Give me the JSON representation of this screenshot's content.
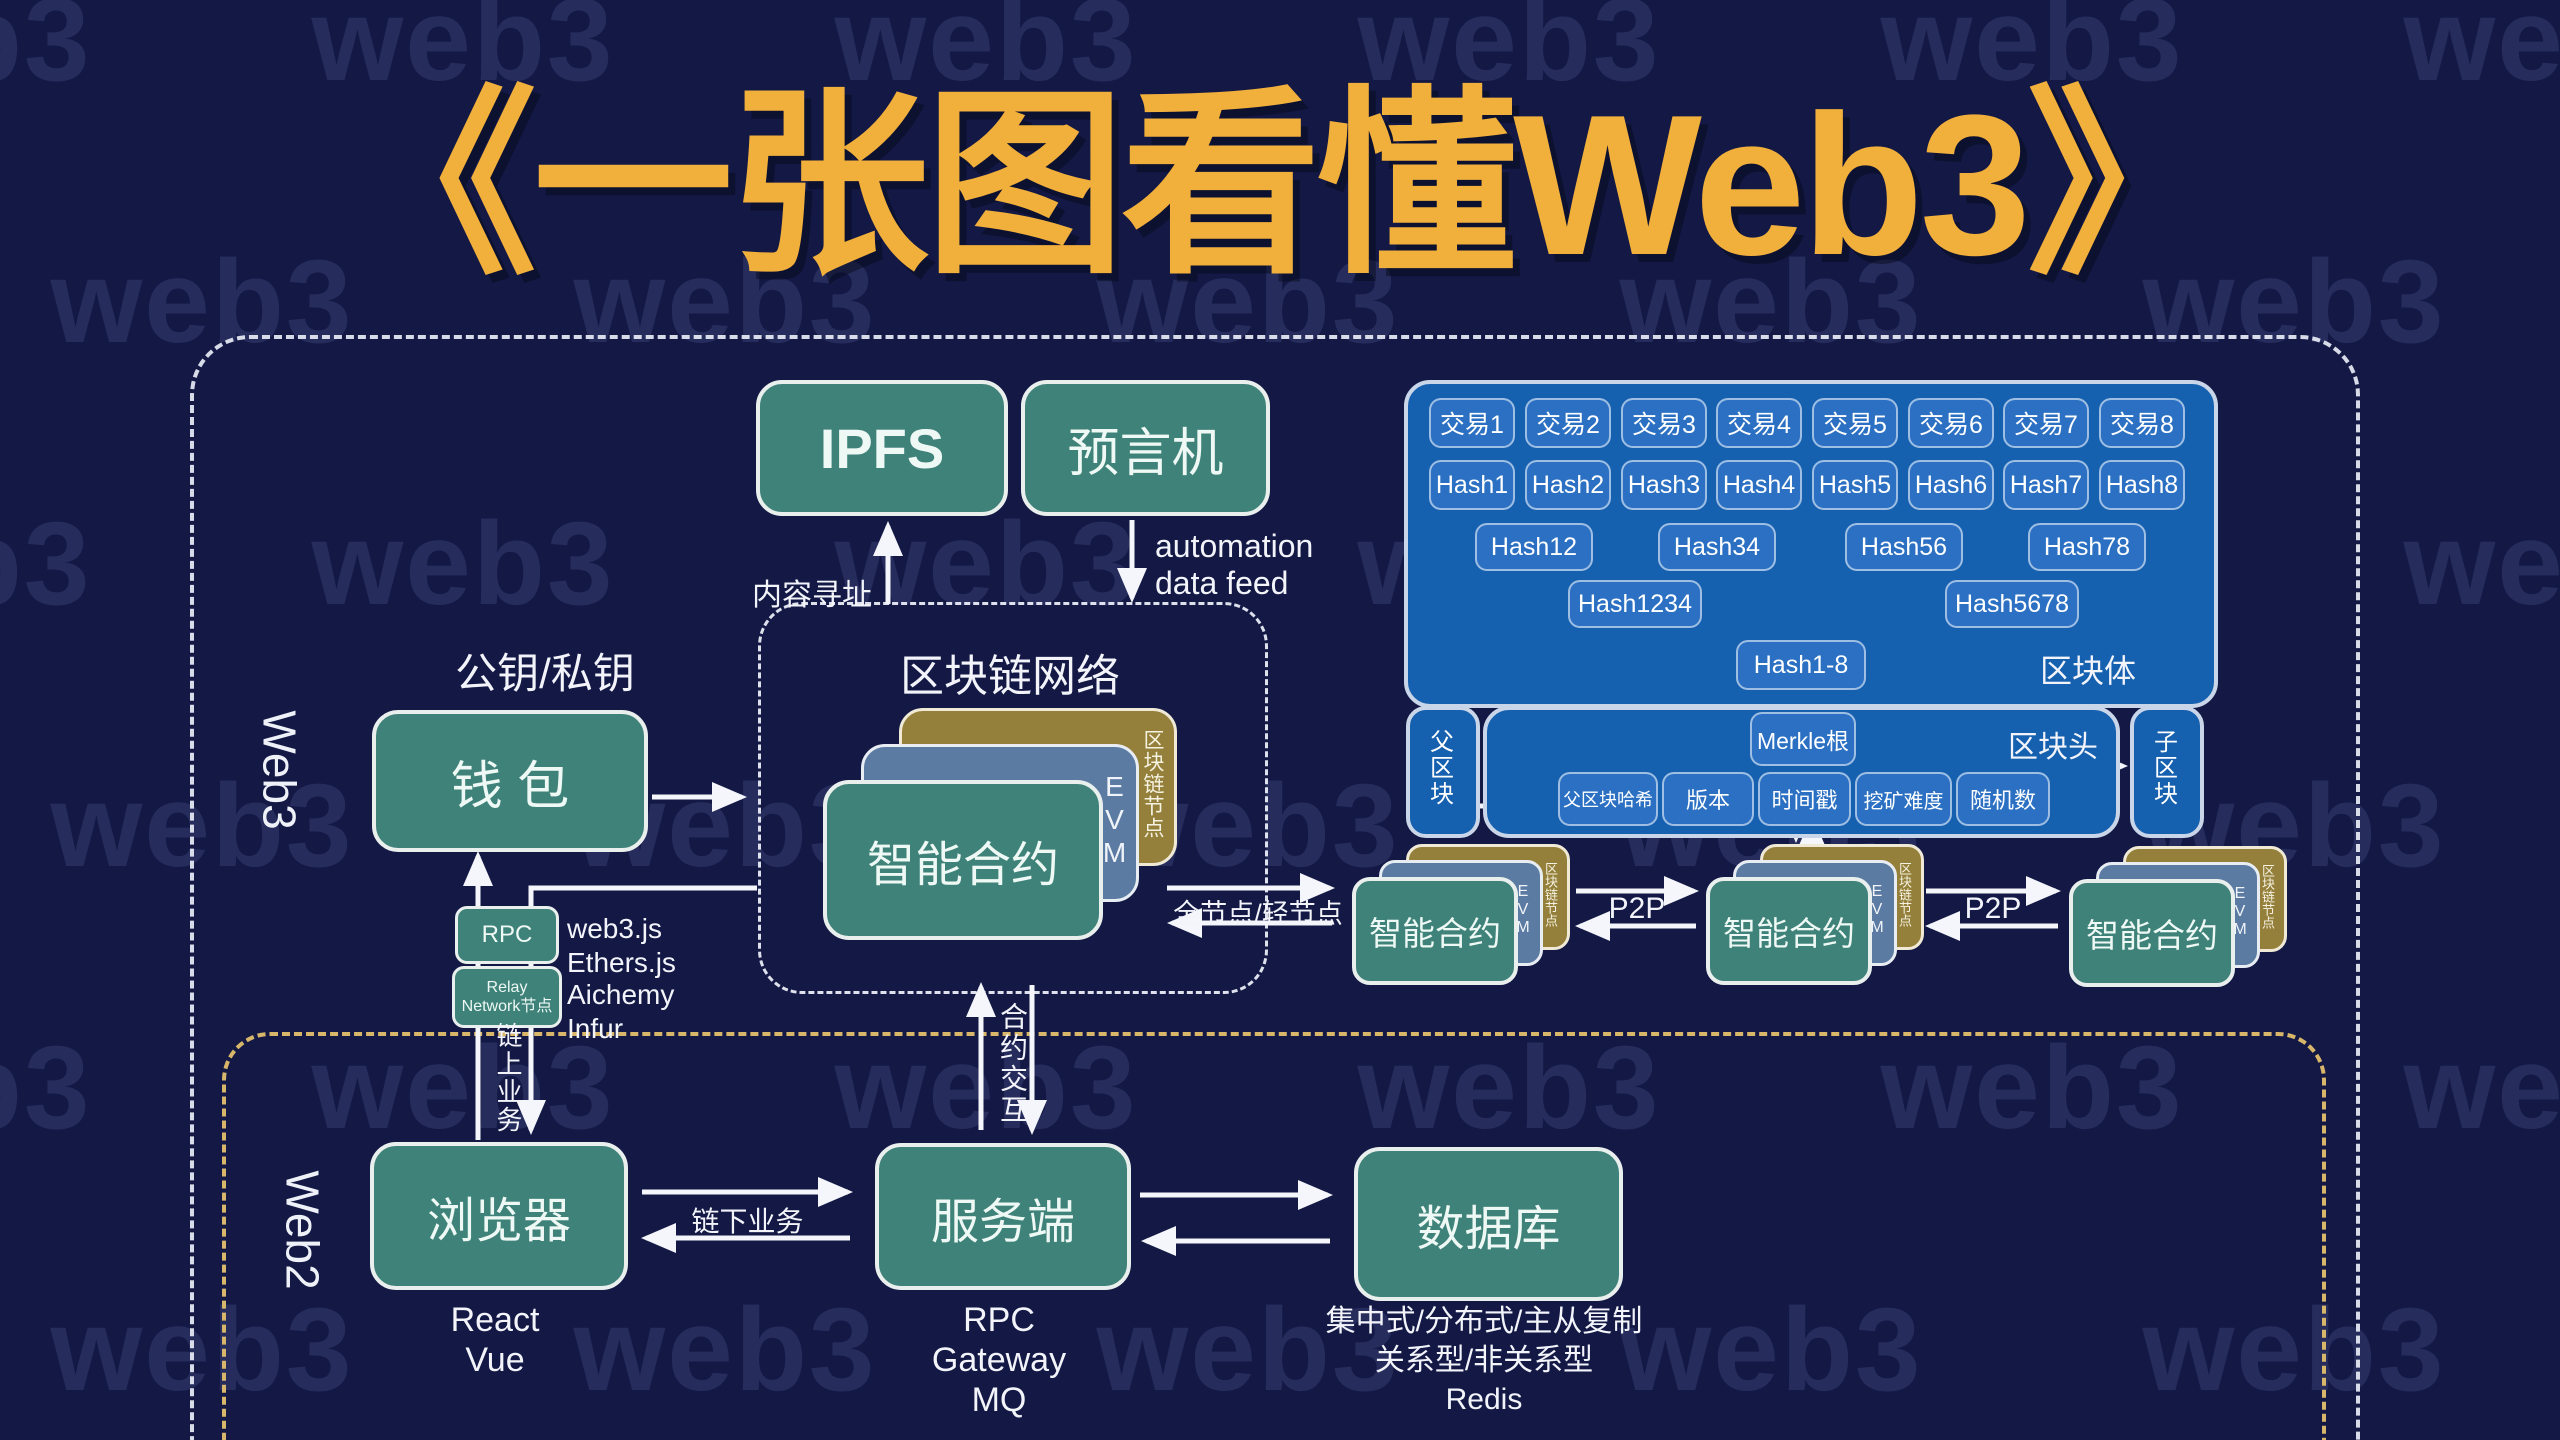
{
  "title": "《一张图看懂Web3》",
  "watermark": "web3",
  "colors": {
    "background": "#131845",
    "title_gold": "#f1af3b",
    "teal_box": "#3e8279",
    "olive_box": "#94803a",
    "slate_box": "#5b7ba3",
    "block_blue": "#1560af",
    "inner_blue": "#2b70c2",
    "dash_white": "#e9ecf6",
    "dash_yellow": "#d9b76a"
  },
  "zones": {
    "web3": "Web3",
    "web2": "Web2"
  },
  "storage": {
    "ipfs": "IPFS",
    "oracle": "预言机",
    "content_addressing": "内容寻址",
    "automation": "automation",
    "data_feed": "data feed"
  },
  "network": {
    "title": "区块链网络",
    "smart_contract": "智能合约",
    "evm": "EVM",
    "node_label": "区块链节点",
    "full_light_node": "全节点/轻节点",
    "p2p": "P2P",
    "contract_interaction": "合约交互"
  },
  "wallet": {
    "keys": "公钥/私钥",
    "label": "钱 包",
    "rpc": "RPC",
    "relay1": "Relay",
    "relay2": "Network节点",
    "lib1": "web3.js",
    "lib2": "Ethers.js",
    "provider1": "Aichemy",
    "provider2": "Infur",
    "onchain": "链上业务"
  },
  "block_body": {
    "label": "区块体",
    "transactions": [
      "交易1",
      "交易2",
      "交易3",
      "交易4",
      "交易5",
      "交易6",
      "交易7",
      "交易8"
    ],
    "hashes": [
      "Hash1",
      "Hash2",
      "Hash3",
      "Hash4",
      "Hash5",
      "Hash6",
      "Hash7",
      "Hash8"
    ],
    "pair_hashes": [
      "Hash12",
      "Hash34",
      "Hash56",
      "Hash78"
    ],
    "quad_hashes": [
      "Hash1234",
      "Hash5678"
    ],
    "root_hash": "Hash1-8"
  },
  "block_header": {
    "label": "区块头",
    "merkle_root": "Merkle根",
    "parent_block": "父区块",
    "child_block": "子区块",
    "fields": [
      "父区块哈希",
      "版本",
      "时间戳",
      "挖矿难度",
      "随机数"
    ]
  },
  "web2": {
    "browser": "浏览器",
    "browser_stack": [
      "React",
      "Vue"
    ],
    "offchain": "链下业务",
    "server": "服务端",
    "server_stack": [
      "RPC",
      "Gateway",
      "MQ"
    ],
    "database": "数据库",
    "database_stack": [
      "集中式/分布式/主从复制",
      "关系型/非关系型",
      "Redis",
      "… …"
    ]
  }
}
